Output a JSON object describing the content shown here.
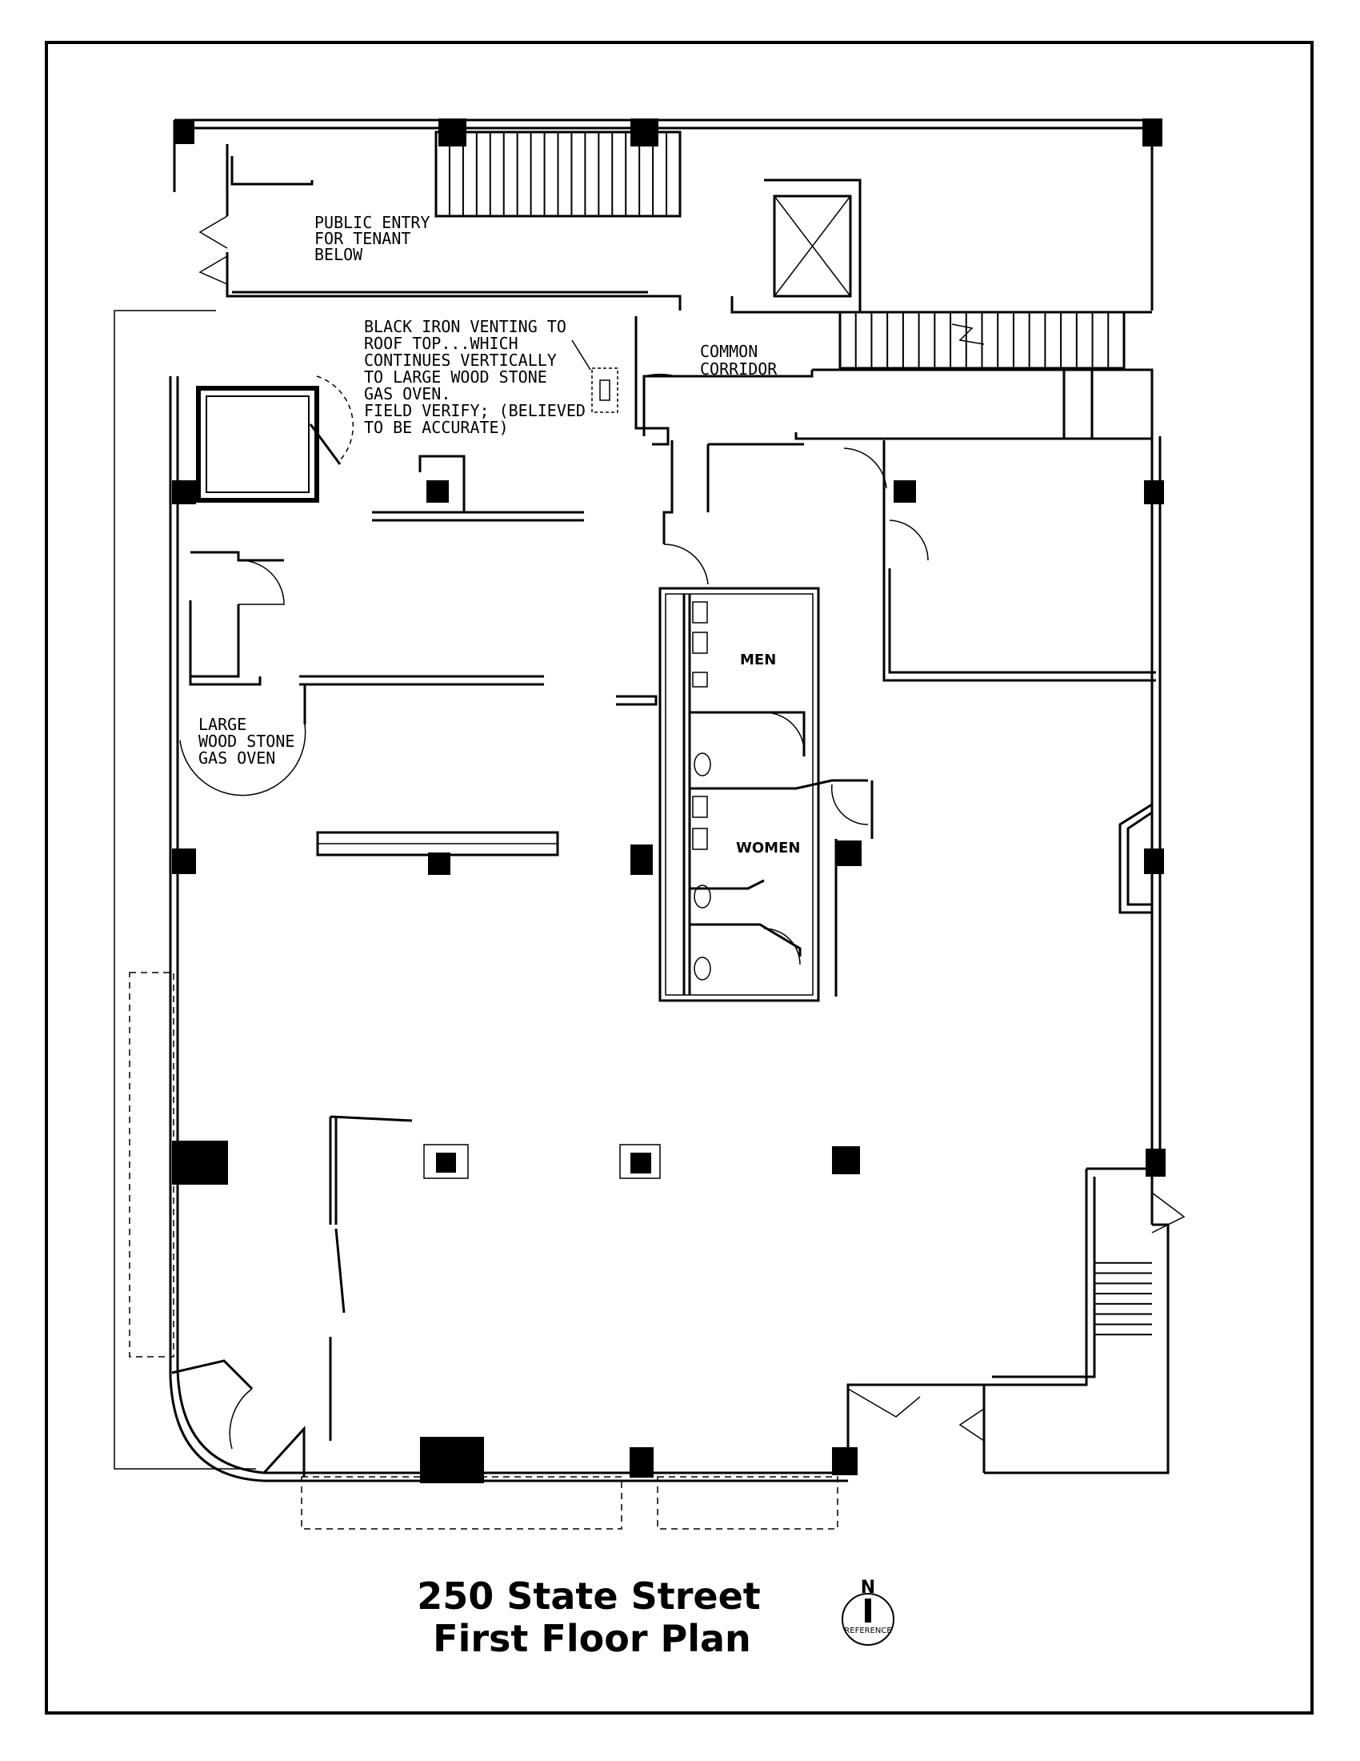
{
  "notes": {
    "public_entry": [
      "PUBLIC ENTRY",
      "FOR TENANT",
      "BELOW"
    ],
    "venting": [
      "BLACK IRON VENTING TO",
      "ROOF TOP...WHICH",
      "CONTINUES VERTICALLY",
      "TO LARGE WOOD STONE",
      "GAS OVEN.",
      "FIELD VERIFY; (BELIEVED",
      "TO BE ACCURATE)"
    ],
    "common_corridor": [
      "COMMON",
      "CORRIDOR"
    ],
    "oven": [
      "LARGE",
      "WOOD STONE",
      "GAS OVEN"
    ]
  },
  "rooms": {
    "men": "MEN",
    "women": "WOMEN"
  },
  "title": {
    "line1": "250 State Street",
    "line2": "First Floor Plan"
  },
  "north_arrow": {
    "letter": "N",
    "label": "REFERENCE"
  }
}
